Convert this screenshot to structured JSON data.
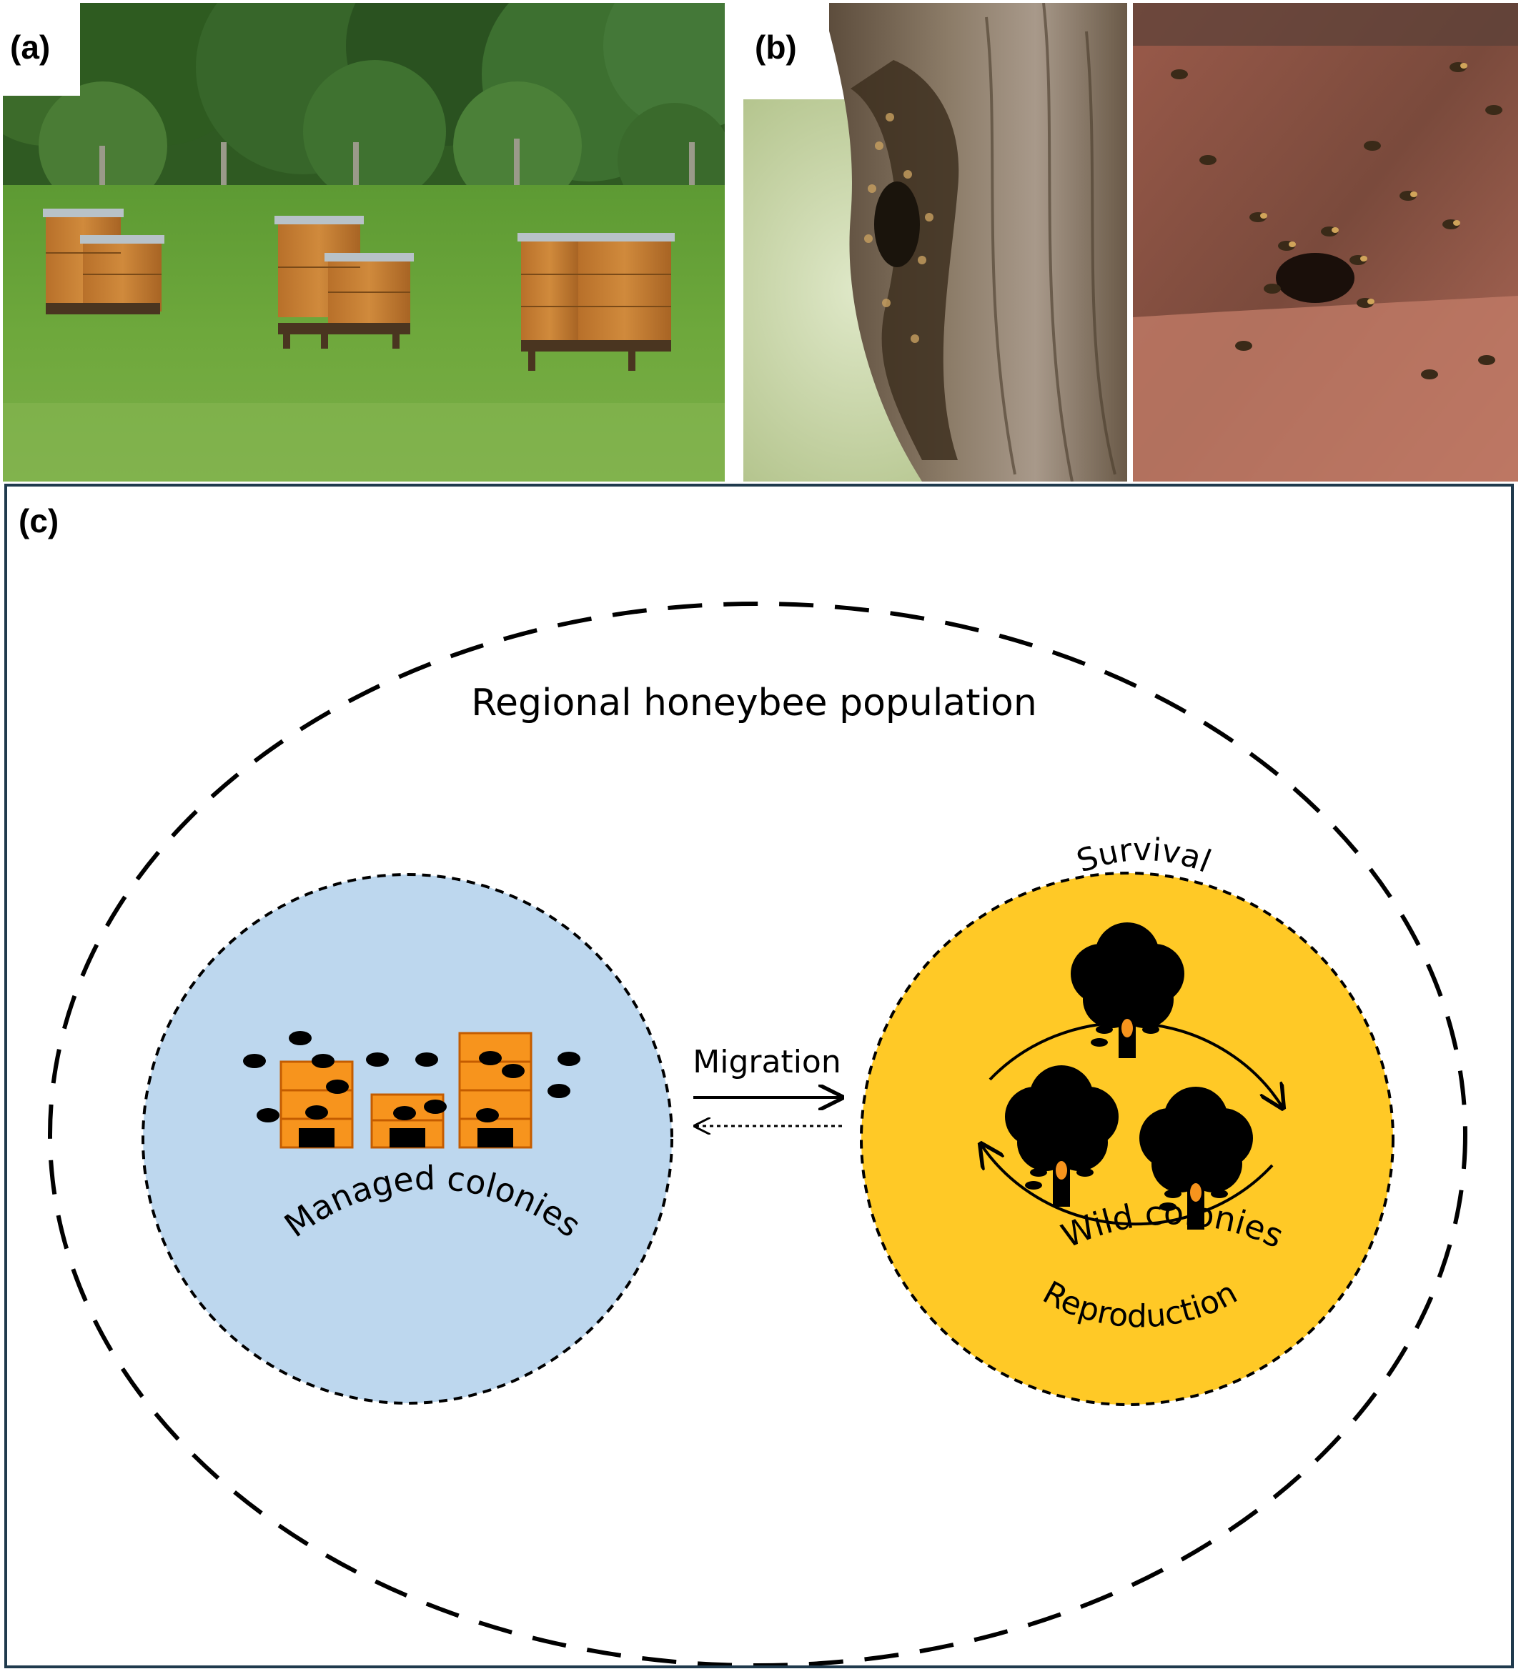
{
  "panels": {
    "a": {
      "label": "(a)",
      "image": "photo-managed-hives"
    },
    "b": {
      "label": "(b)",
      "images": [
        "photo-tree-cavity-nest",
        "photo-wall-cavity-nest"
      ]
    },
    "c": {
      "label": "(c)"
    }
  },
  "diagram": {
    "outer_label": "Regional honeybee population",
    "managed_label": "Managed colonies",
    "wild_label": "Wild colonies",
    "migration_label": "Migration",
    "survival_label": "Survival",
    "reproduction_label": "Reproduction"
  },
  "colors": {
    "managed_fill": "#bdd7ee",
    "wild_fill": "#ffc926",
    "hive_fill": "#f7941d",
    "hive_stroke": "#c45c00",
    "frame_border": "#1f3a4d"
  }
}
